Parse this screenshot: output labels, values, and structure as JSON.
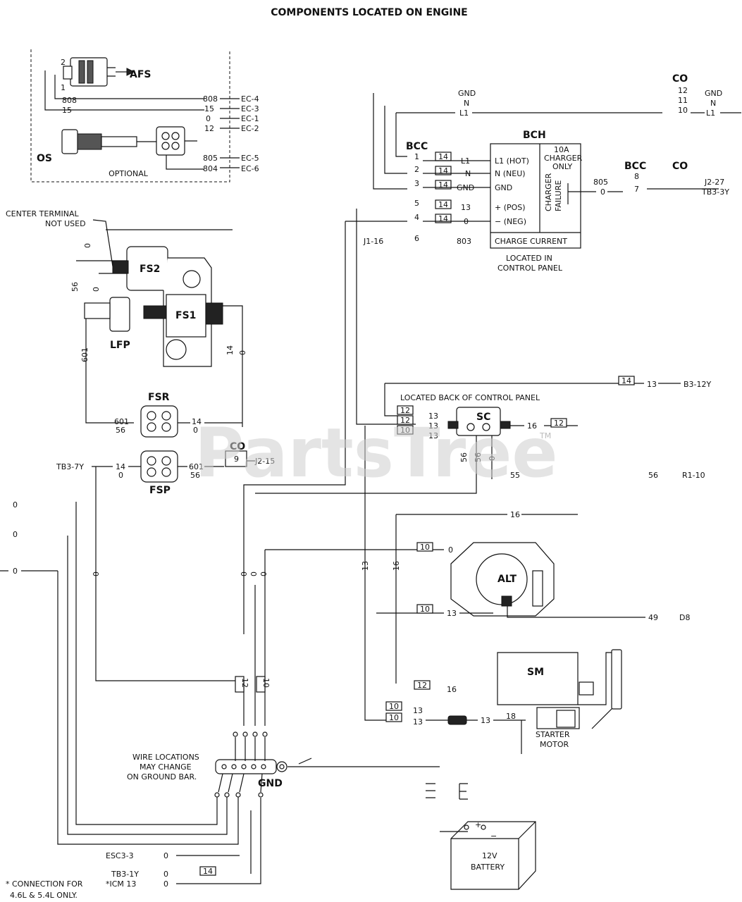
{
  "title": "COMPONENTS LOCATED ON ENGINE",
  "watermark": "PartsTree",
  "watermark_tm": "TM",
  "components": {
    "afs": "AFS",
    "os": "OS",
    "optional": "OPTIONAL",
    "fs1": "FS1",
    "fs2": "FS2",
    "lfp": "LFP",
    "fsr": "FSR",
    "fsp": "FSP",
    "bch": "BCH",
    "bcc": "BCC",
    "co": "CO",
    "sc": "SC",
    "alt": "ALT",
    "sm": "SM",
    "gnd": "GND"
  },
  "notes": {
    "center_terminal": "CENTER TERMINAL",
    "not_used": "NOT USED",
    "located_in": "LOCATED IN",
    "control_panel": "CONTROL PANEL",
    "located_back": "LOCATED BACK OF CONTROL PANEL",
    "wire_loc_1": "WIRE LOCATIONS",
    "wire_loc_2": "MAY CHANGE",
    "wire_loc_3": "ON GROUND BAR.",
    "starter": "STARTER",
    "motor": "MOTOR",
    "battery_v": "12V",
    "battery": "BATTERY",
    "footnote_1": "* CONNECTION FOR",
    "footnote_2": "4.6L & 5.4L ONLY."
  },
  "bch_panel": {
    "l1": "L1 (HOT)",
    "n": "N (NEU)",
    "gnd": "GND",
    "pos": "+ (POS)",
    "neg": "− (NEG)",
    "charge_current": "CHARGE CURRENT",
    "charger_10a": "10A",
    "charger": "CHARGER",
    "only": "ONLY",
    "charger_v": "CHARGER",
    "failure_v": "FAILURE"
  },
  "labels": {
    "w808": "808",
    "w15": "15",
    "w0": "0",
    "w12": "12",
    "w805": "805",
    "w804": "804",
    "ec4": "EC-4",
    "ec3": "EC-3",
    "ec1": "EC-1",
    "ec2": "EC-2",
    "ec5": "EC-5",
    "ec6": "EC-6",
    "gnd_l": "GND",
    "n_l": "N",
    "l1": "L1",
    "co12": "12",
    "co11": "11",
    "co10": "10",
    "b1": "1",
    "b2": "2",
    "b3": "3",
    "b5": "5",
    "b4": "4",
    "b6": "6",
    "j116": "J1-16",
    "n14": "14",
    "n13": "13",
    "n803": "803",
    "n805": "805",
    "bcc8": "8",
    "bcc7": "7",
    "j227": "J2-27",
    "tb33y": "TB3-3Y",
    "n56": "56",
    "n601": "601",
    "n56b": "56",
    "tb37y": "TB3-7Y",
    "co9": "9",
    "j215": "J2-15",
    "b312y": "B3-12Y",
    "n12": "12",
    "n10": "10",
    "n55": "55",
    "r110": "R1-10",
    "n16": "16",
    "n49": "49",
    "d8": "D8",
    "n18": "18",
    "esc33": "ESC3-3",
    "tb31y": "TB3-1Y",
    "icm13": "*ICM 13",
    "bat_pos": "+",
    "bat_neg": "−",
    "one": "1",
    "two": "2",
    "n2": "2"
  },
  "colors": {
    "ink": "#111111",
    "watermark": "#cfcfcf"
  }
}
